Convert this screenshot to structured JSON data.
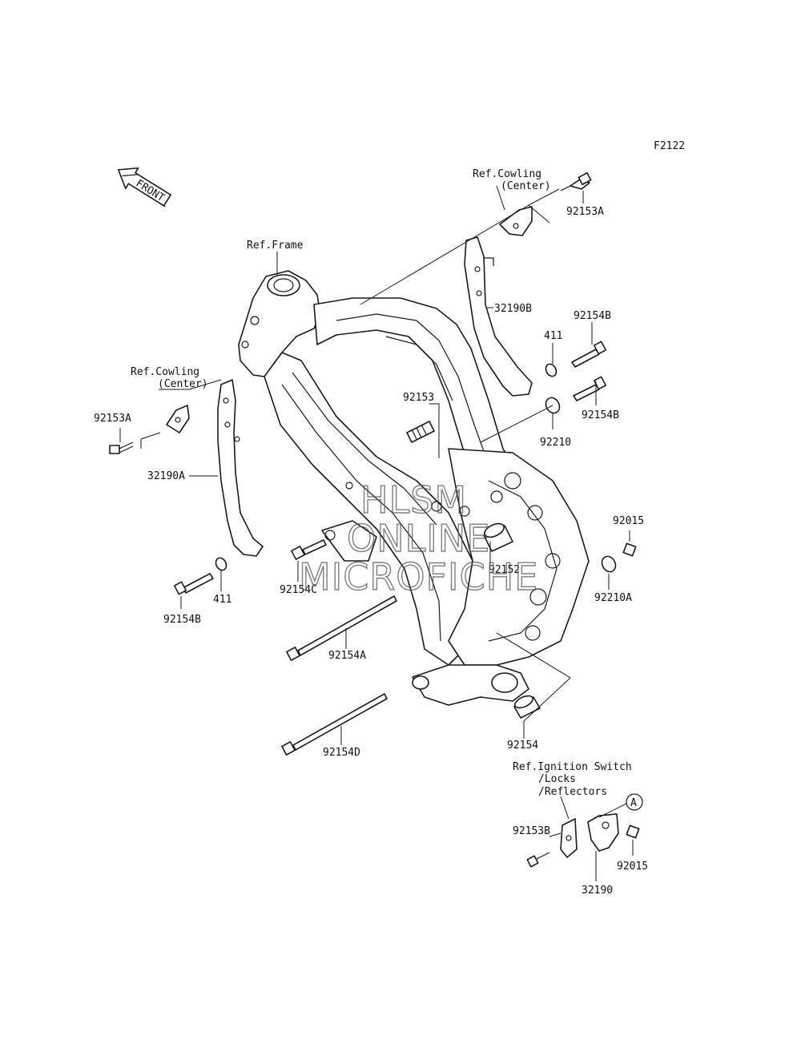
{
  "diagram_code": "F2122",
  "front_arrow_label": "FRONT",
  "watermark": [
    "HLSM",
    "ONLINE",
    "MICROFICHE"
  ],
  "callout_A": "A",
  "labels": {
    "ref_cowling_top": [
      "Ref.Cowling",
      "(Center)"
    ],
    "ref_cowling_left": [
      "Ref.Cowling",
      "(Center)"
    ],
    "ref_frame": "Ref.Frame",
    "ref_ignition": [
      "Ref.Ignition Switch",
      "/Locks",
      "/Reflectors"
    ],
    "p92153A_top": "92153A",
    "p92153A_left": "92153A",
    "p32190B": "32190B",
    "p32190A": "32190A",
    "p411_top": "411",
    "p411_left": "411",
    "p92154B_top": "92154B",
    "p92154B_mid": "92154B",
    "p92154B_left": "92154B",
    "p92153": "92153",
    "p92210": "92210",
    "p92210A": "92210A",
    "p92015_top": "92015",
    "p92015_bottom": "92015",
    "p92152": "92152",
    "p92154C": "92154C",
    "p92154A": "92154A",
    "p92154D": "92154D",
    "p92154": "92154",
    "p92153B": "92153B",
    "p32190": "32190"
  }
}
